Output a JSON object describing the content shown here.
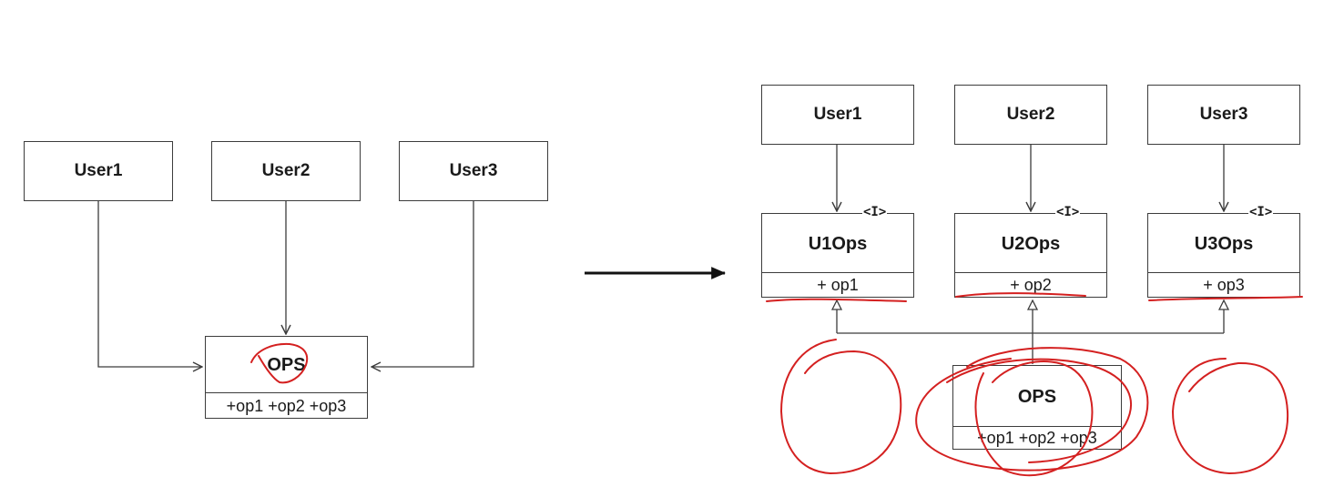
{
  "left_diagram": {
    "users": [
      "User1",
      "User2",
      "User3"
    ],
    "ops_class": {
      "name": "OPS",
      "operations": "+op1 +op2 +op3"
    }
  },
  "right_diagram": {
    "users": [
      "User1",
      "User2",
      "User3"
    ],
    "interfaces": [
      {
        "stereotype": "<I>",
        "name": "U1Ops",
        "operation": "+ op1"
      },
      {
        "stereotype": "<I>",
        "name": "U2Ops",
        "operation": "+ op2"
      },
      {
        "stereotype": "<I>",
        "name": "U3Ops",
        "operation": "+ op3"
      }
    ],
    "ops_class": {
      "name": "OPS",
      "operations": "+op1 +op2 +op3"
    }
  },
  "colors": {
    "line": "#3c3c3c",
    "annotation": "#d42020"
  }
}
